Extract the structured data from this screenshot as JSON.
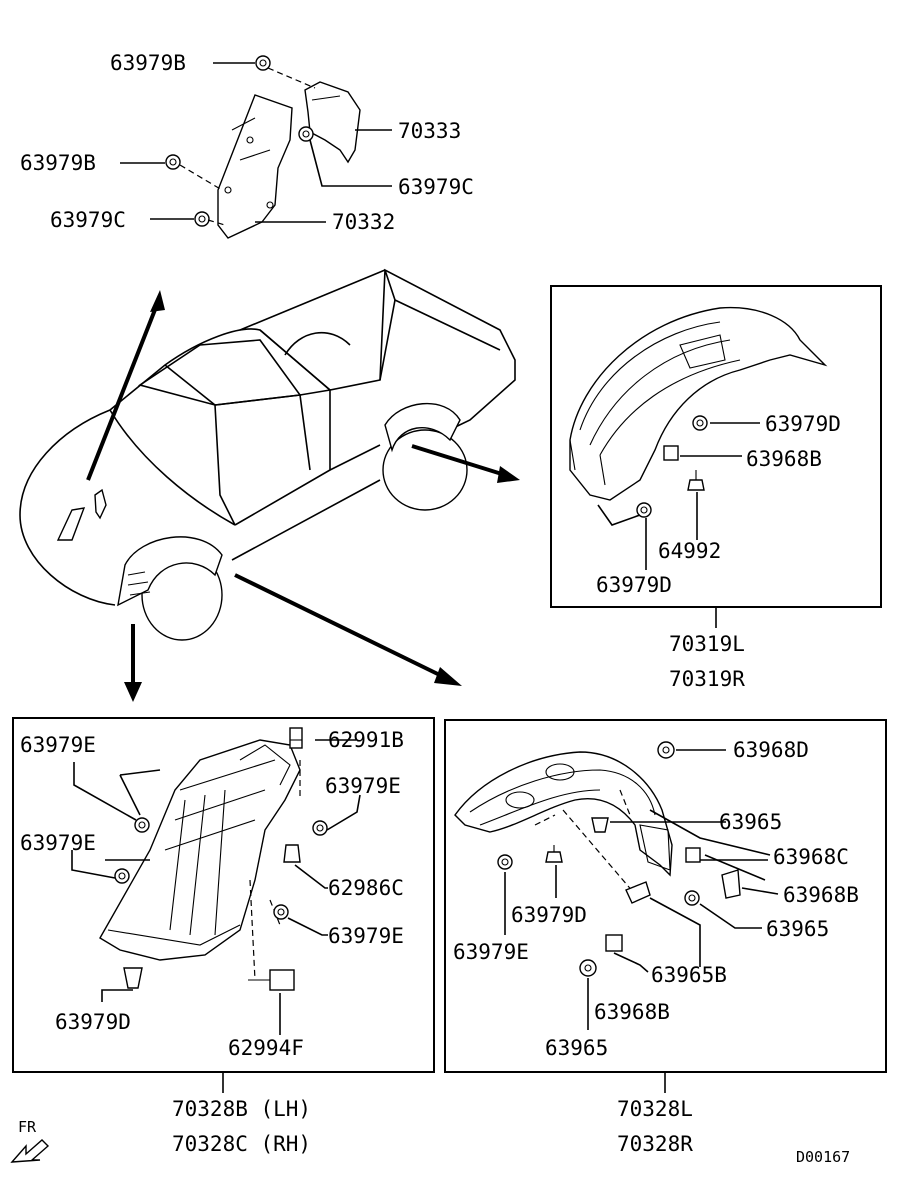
{
  "labels": {
    "top_a": "63979B",
    "top_b": "70333",
    "top_c": "63979B",
    "top_d": "63979C",
    "top_e": "63979C",
    "top_f": "70332",
    "rr_a": "63979D",
    "rr_b": "63968B",
    "rr_c": "64992",
    "rr_d": "63979D",
    "rr_part_l": "70319L",
    "rr_part_r": "70319R",
    "fl_a": "63979E",
    "fl_b": "62991B",
    "fl_c": "63979E",
    "fl_d": "63979E",
    "fl_e": "62986C",
    "fl_f": "63979E",
    "fl_g": "63979D",
    "fl_h": "62994F",
    "fl_part_lh": "70328B (LH)",
    "fl_part_rh": "70328C (RH)",
    "fr_a": "63968D",
    "fr_b": "63965",
    "fr_c": "63968C",
    "fr_d": "63968B",
    "fr_e": "63979D",
    "fr_f": "63965",
    "fr_g": "63979E",
    "fr_h": "63965B",
    "fr_i": "63968B",
    "fr_j": "63965",
    "fr_part_l": "70328L",
    "fr_part_r": "70328R",
    "direction": "FR",
    "drawing_ref": "D00167"
  }
}
